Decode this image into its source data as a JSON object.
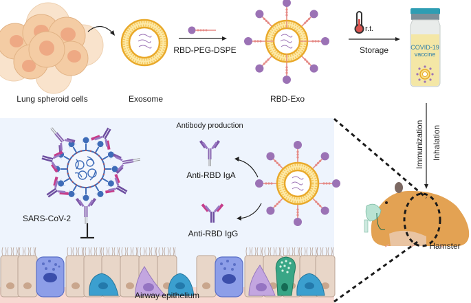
{
  "top_row": {
    "source_label": "Lung spheroid cells",
    "exosome_label": "Exosome",
    "reagent_label": "RBD-PEG-DSPE",
    "product_label": "RBD-Exo",
    "storage_condition": "r.t.",
    "storage_label": "Storage",
    "vial_text_line1": "COVID-19",
    "vial_text_line2": "vaccine"
  },
  "route": {
    "step1": "Immunization",
    "step2": "Inhalation",
    "animal_label": "Hamster"
  },
  "panel": {
    "title": "Antibody production",
    "antibody_iga_label": "Anti-RBD IgA",
    "antibody_igg_label": "Anti-RBD IgG",
    "virus_label": "SARS-CoV-2",
    "tissue_label": "Airway epithelium"
  },
  "colors": {
    "panel_bg": "#eef4fd",
    "exosome_ring": "#f0b93a",
    "rbd_purple": "#9b72b5",
    "peg_pink": "#e58a86",
    "virus_blue": "#3e6cb8",
    "cell_peach": "#f6d3ae",
    "epithelium_base": "#f7d9d2",
    "hamster_orange": "#e3a253"
  }
}
